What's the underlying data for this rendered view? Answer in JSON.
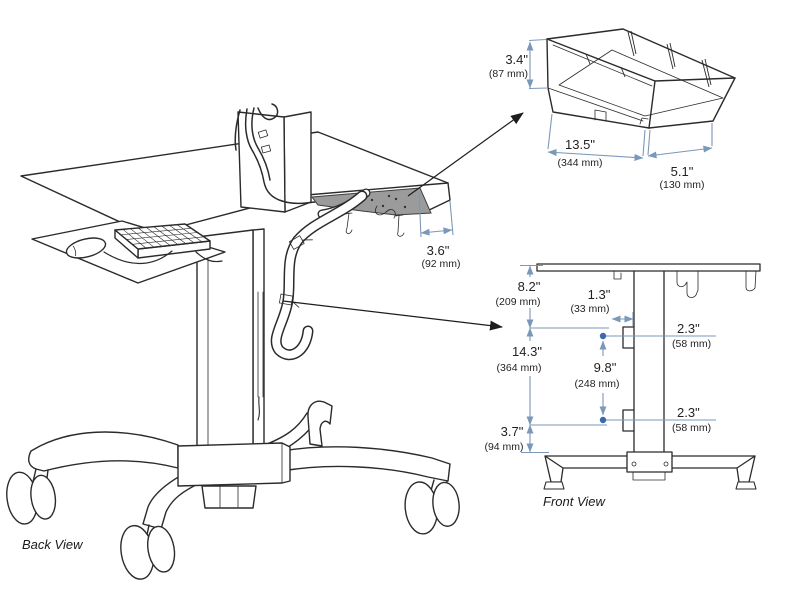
{
  "page": {
    "background": "#ffffff"
  },
  "colors": {
    "line": "#2b2b2b",
    "dimension_blue": "#7b98b9",
    "dimension_dot": "#3b69ad",
    "shade_gray": "#9b9b9b",
    "text": "#231f20"
  },
  "back_view": {
    "label": "Back View",
    "surface_depth_in": "3.6\"",
    "surface_depth_mm": "(92 mm)"
  },
  "bin_detail": {
    "height_in": "3.4\"",
    "height_mm": "(87 mm)",
    "length_in": "13.5\"",
    "length_mm": "(344 mm)",
    "width_in": "5.1\"",
    "width_mm": "(130 mm)"
  },
  "front_view": {
    "label": "Front View",
    "surface_to_upper_mount_in": "8.2\"",
    "surface_to_upper_mount_mm": "(209 mm)",
    "upper_mount_offset_in": "1.3\"",
    "upper_mount_offset_mm": "(33 mm)",
    "upper_mount_depth_in": "2.3\"",
    "upper_mount_depth_mm": "(58 mm)",
    "mount_travel_in": "14.3\"",
    "mount_travel_mm": "(364 mm)",
    "mount_spacing_in": "9.8\"",
    "mount_spacing_mm": "(248 mm)",
    "lower_mount_depth_in": "2.3\"",
    "lower_mount_depth_mm": "(58 mm)",
    "lower_mount_to_base_in": "3.7\"",
    "lower_mount_to_base_mm": "(94 mm)"
  }
}
